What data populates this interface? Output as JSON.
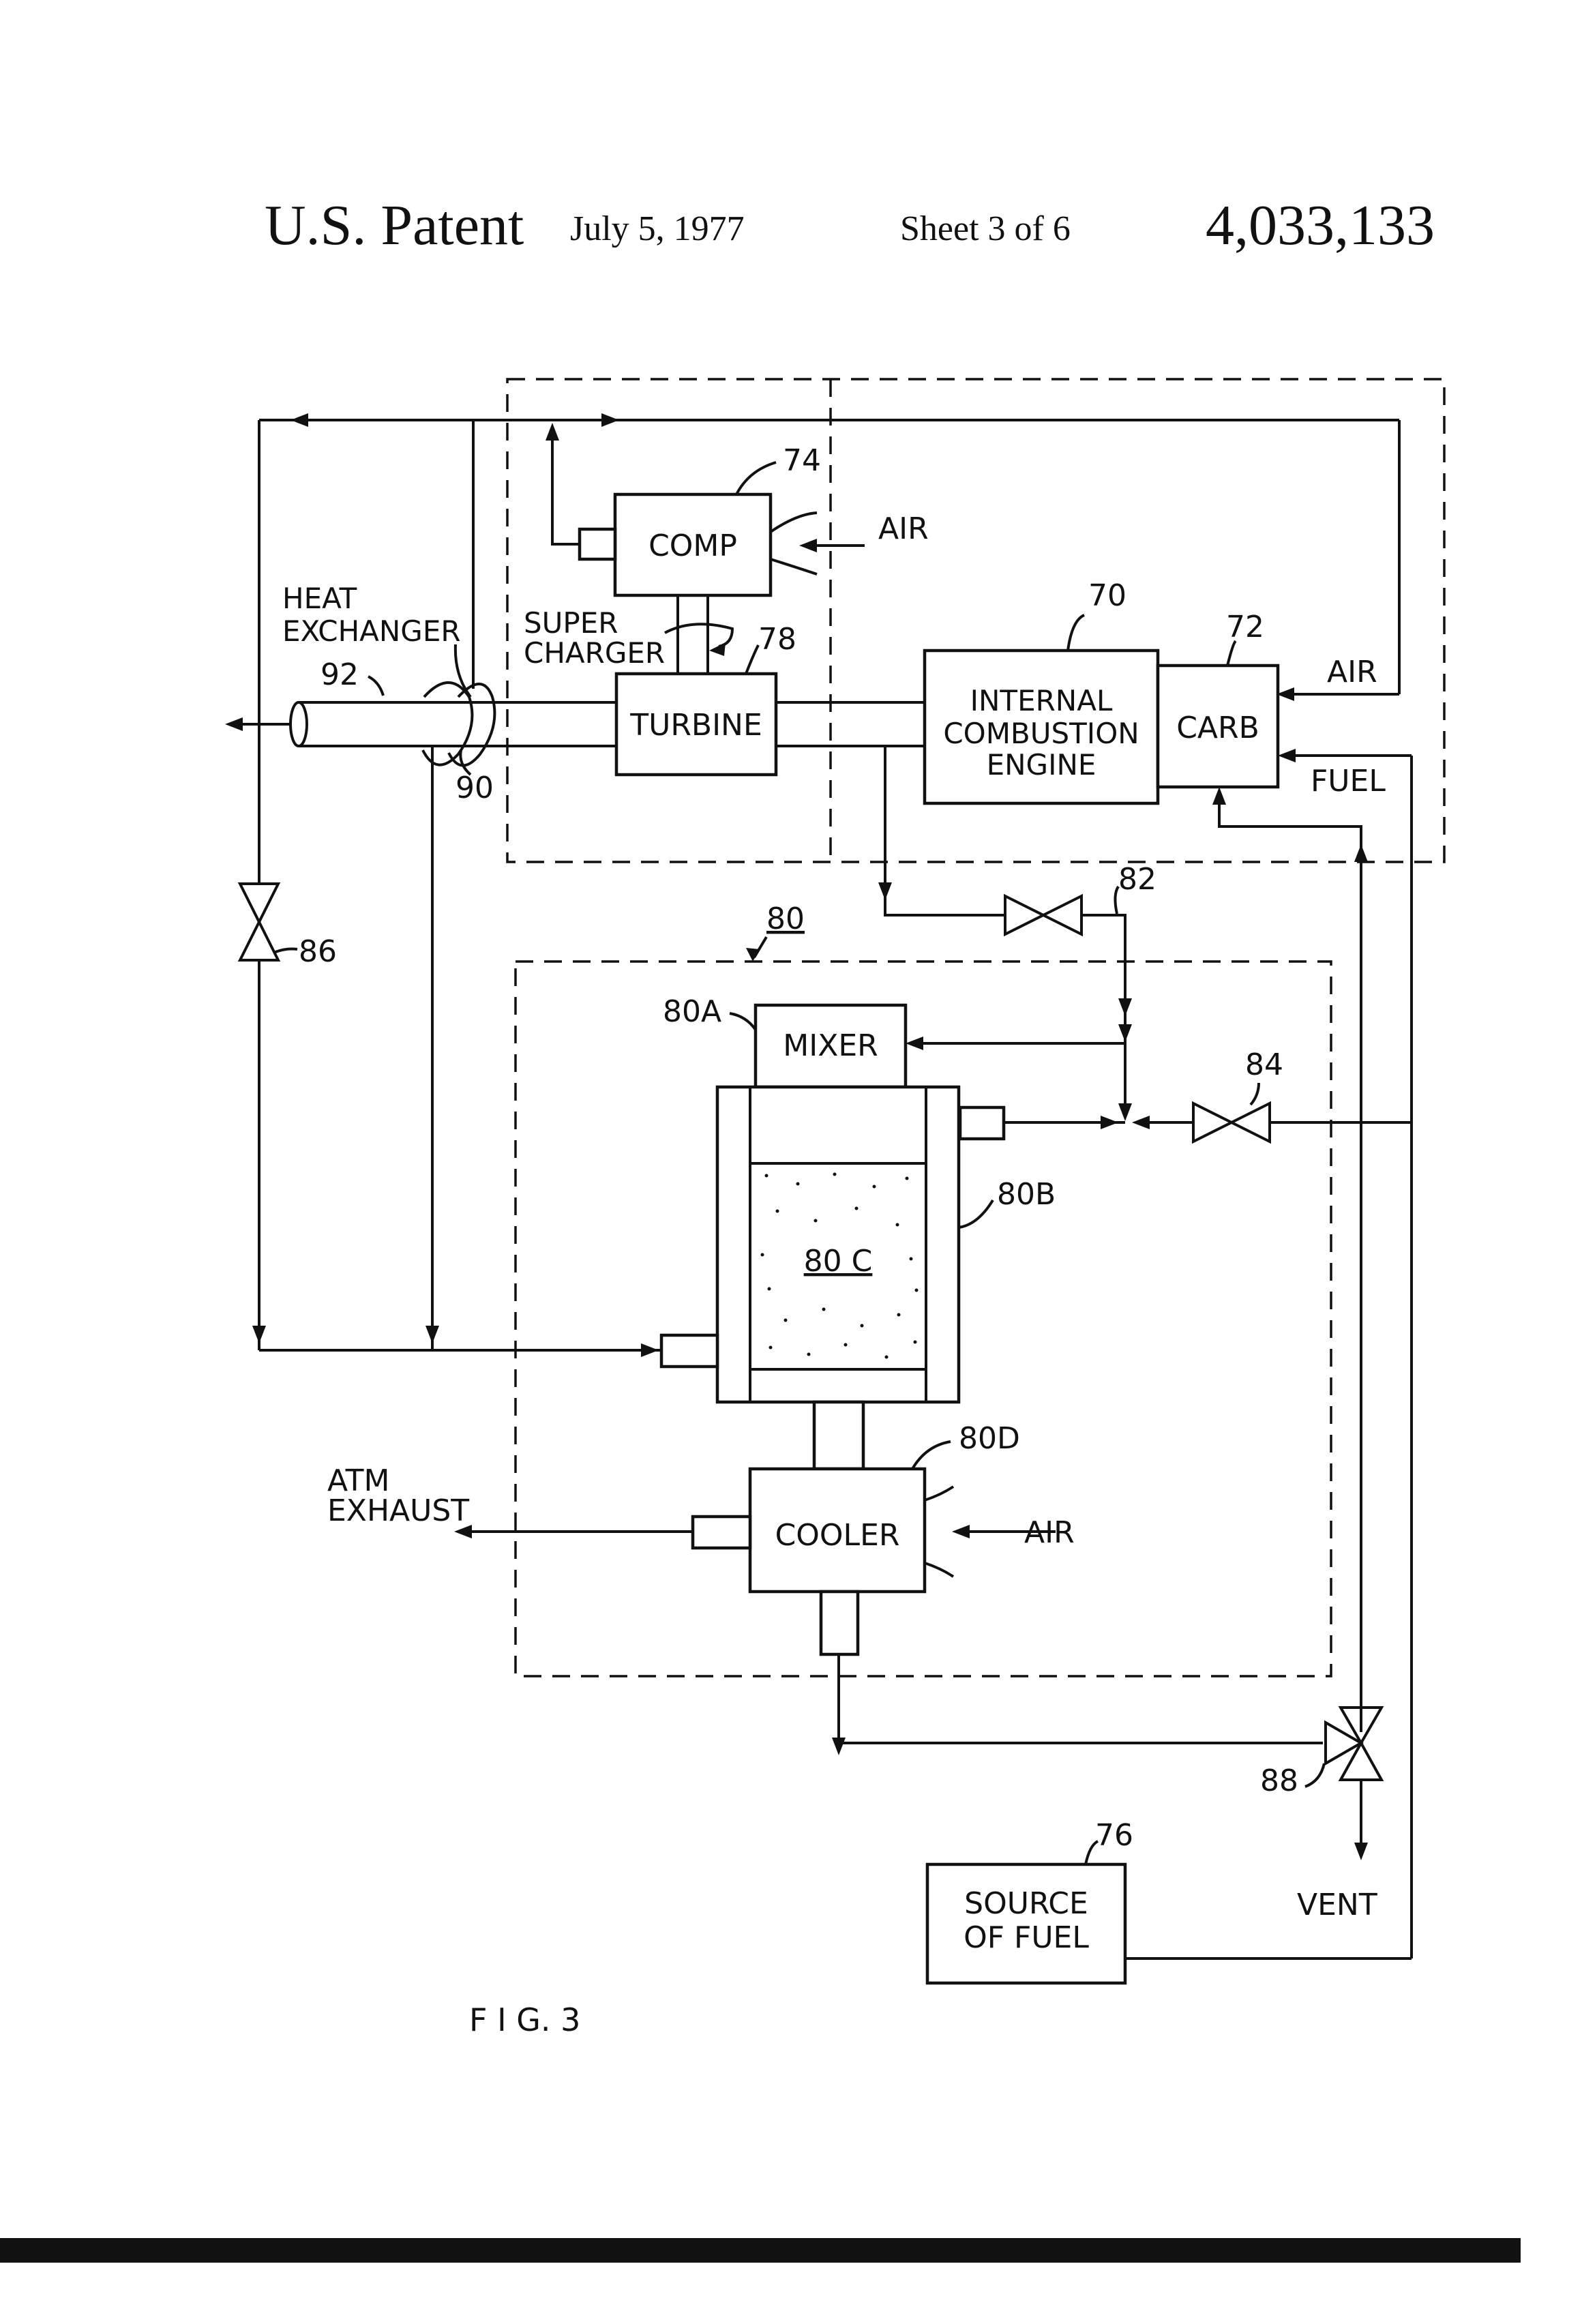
{
  "header": {
    "patent": "U.S. Patent",
    "date": "July 5, 1977",
    "sheet": "Sheet 3 of 6",
    "number": "4,033,133"
  },
  "labels": {
    "comp": "COMP",
    "air_comp": "AIR",
    "ref_74": "74",
    "heat_exchanger_1": "HEAT",
    "heat_exchanger_2": "EXCHANGER",
    "ref_92": "92",
    "super_charger_1": "SUPER",
    "super_charger_2": "CHARGER",
    "ref_78": "78",
    "turbine": "TURBINE",
    "ref_90": "90",
    "ref_70": "70",
    "engine_1": "INTERNAL",
    "engine_2": "COMBUSTION",
    "engine_3": "ENGINE",
    "ref_72": "72",
    "carb": "CARB",
    "air_carb": "AIR",
    "fuel": "FUEL",
    "ref_82": "82",
    "ref_80": "80",
    "ref_86": "86",
    "ref_80a": "80A",
    "mixer": "MIXER",
    "ref_84": "84",
    "ref_80b": "80B",
    "ref_80c": "80 C",
    "ref_80d": "80D",
    "atm_1": "ATM",
    "atm_2": "EXHAUST",
    "cooler": "COOLER",
    "air_cooler": "AIR",
    "ref_88": "88",
    "vent": "VENT",
    "ref_76": "76",
    "source_1": "SOURCE",
    "source_2": "OF  FUEL",
    "fig": "F I G.   3"
  }
}
